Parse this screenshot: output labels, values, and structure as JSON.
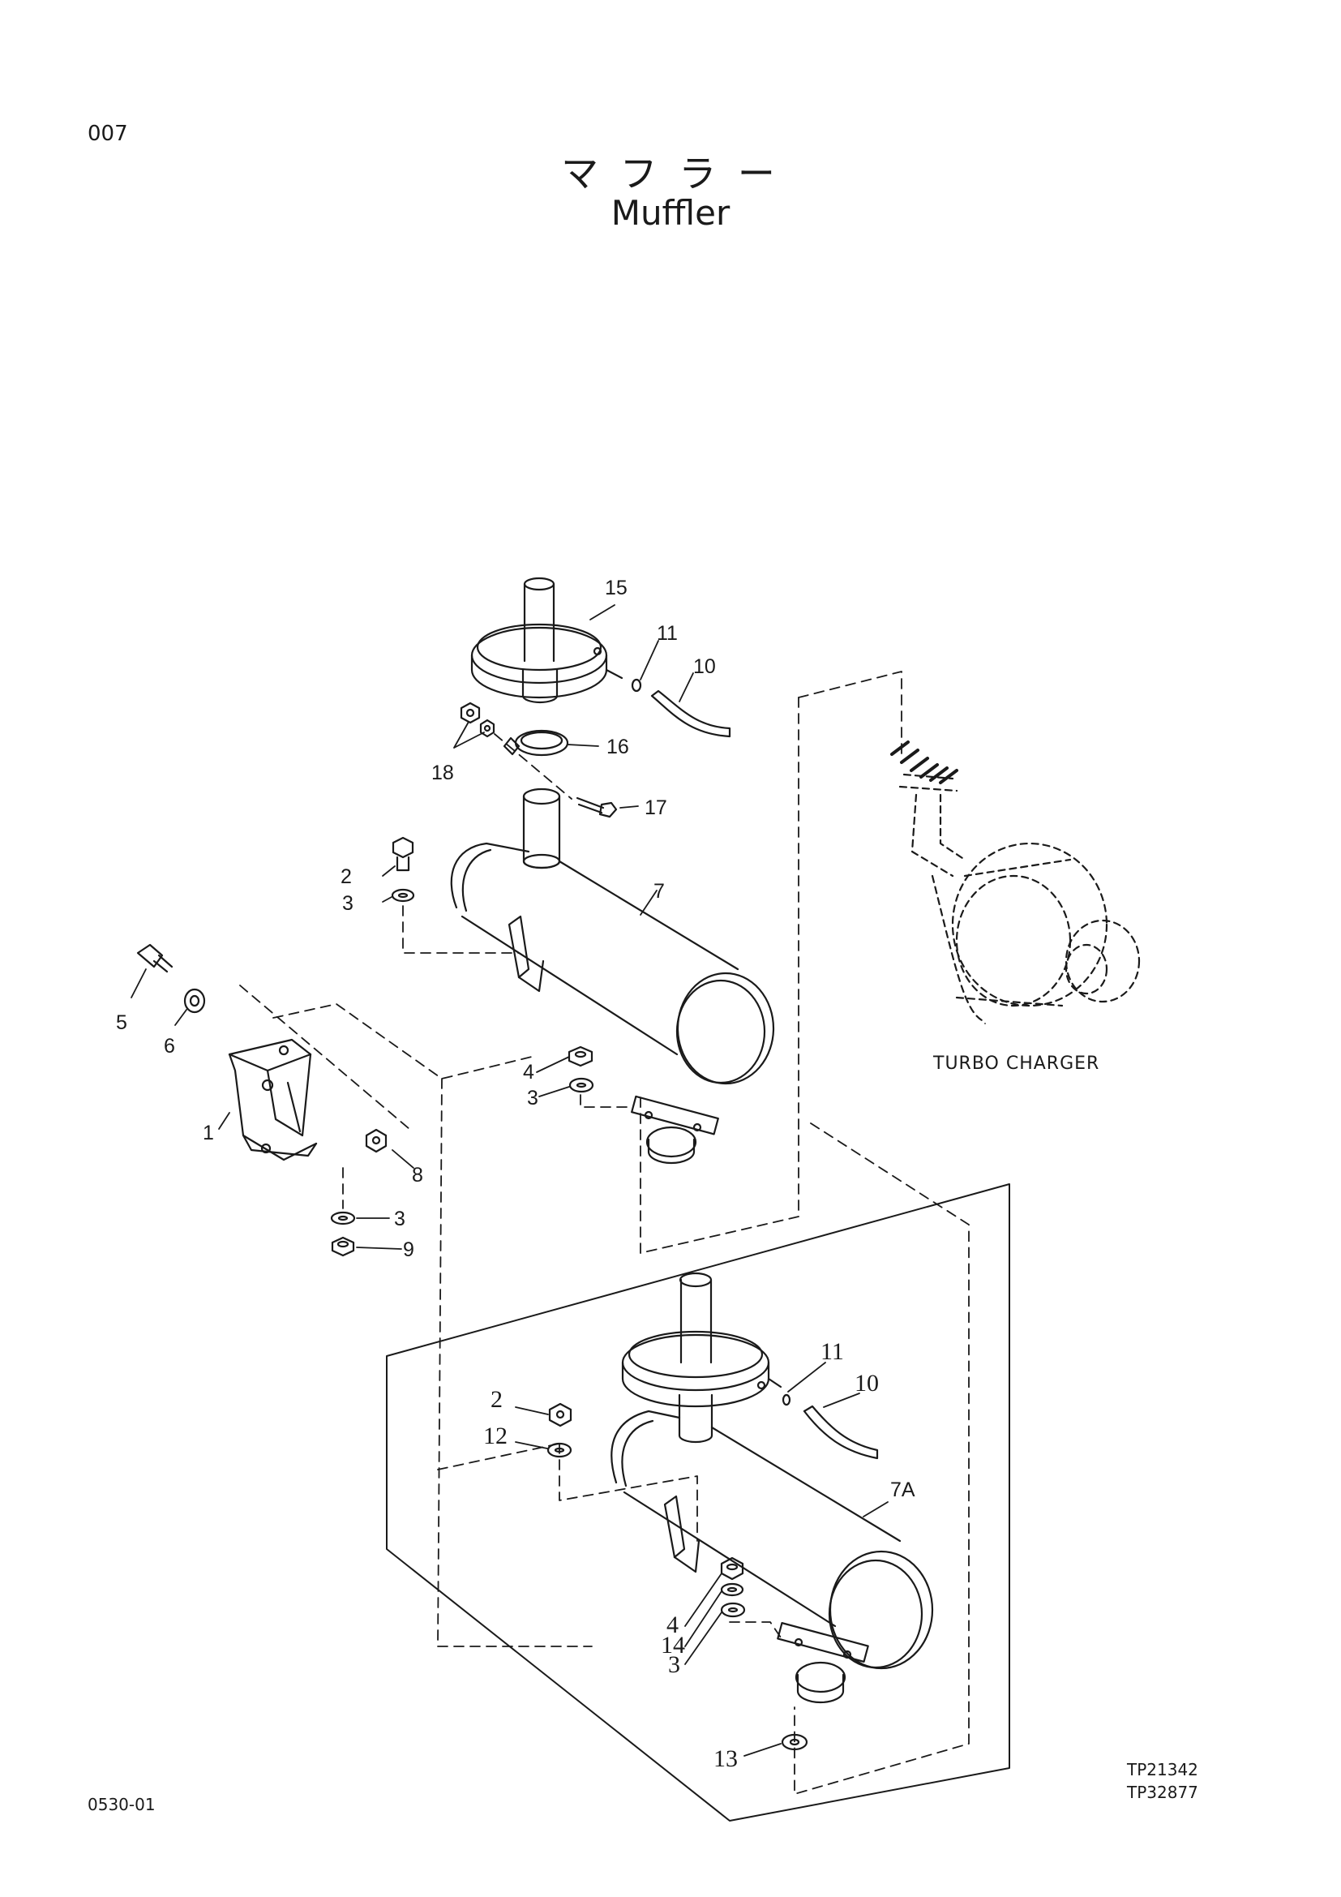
{
  "header": {
    "page_number": "007",
    "title_jp": "マ フ ラ ー",
    "title_en": "Muffler"
  },
  "footer": {
    "code": "0530-01",
    "refs": [
      "TP21342",
      "TP32877"
    ]
  },
  "diagram": {
    "callouts_upper": [
      "15",
      "11",
      "10",
      "16",
      "18",
      "17",
      "2",
      "3",
      "7",
      "5",
      "6",
      "4",
      "3",
      "1",
      "8",
      "3",
      "9"
    ],
    "callouts_lower": [
      "11",
      "10",
      "2",
      "12",
      "7A",
      "4",
      "14",
      "3",
      "13"
    ],
    "turbo_label": "TURBO CHARGER"
  }
}
